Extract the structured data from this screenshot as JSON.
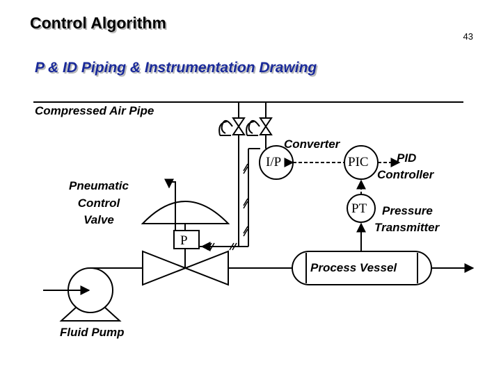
{
  "slide": {
    "title": "Control Algorithm",
    "page_number": "43",
    "subtitle": "P & ID Piping & Instrumentation Drawing"
  },
  "labels": {
    "compressed_air_pipe": "Compressed Air Pipe",
    "converter": "Converter",
    "pid_controller_line1": "PID",
    "pid_controller_line2": "Controller",
    "pneumatic_line1": "Pneumatic",
    "pneumatic_line2": "Control",
    "pneumatic_line3": "Valve",
    "pressure_line1": "Pressure",
    "pressure_line2": "Transmitter",
    "process_vessel": "Process Vessel",
    "fluid_pump": "Fluid Pump"
  },
  "tags": {
    "converter_tag": "I/P",
    "controller_tag": "PIC",
    "transmitter_tag": "PT",
    "positioner_tag": "P"
  },
  "colors": {
    "subtitle": "#1a2a9a",
    "line": "#000000",
    "shadow": "#b8b8b8"
  }
}
